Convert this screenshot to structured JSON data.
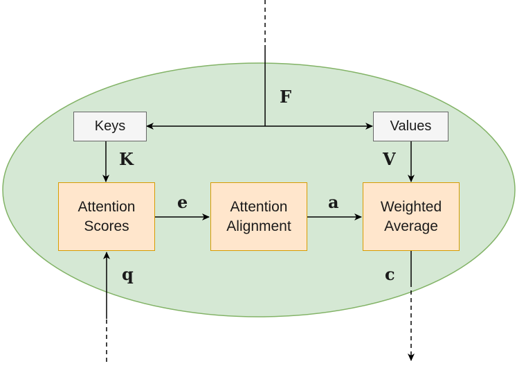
{
  "nodes": {
    "keys": "Keys",
    "values": "Values",
    "attention_scores": "Attention\nScores",
    "attention_alignment": "Attention\nAlignment",
    "weighted_average": "Weighted\nAverage"
  },
  "symbols": {
    "F": "F",
    "K": "K",
    "V": "V",
    "e": "e",
    "a": "a",
    "q": "q",
    "c": "c"
  },
  "colors": {
    "ellipse_fill": "#d5e8d4",
    "ellipse_stroke": "#82b366",
    "box_fill": "#ffe6cc",
    "box_stroke": "#d79b00",
    "gray_fill": "#f5f5f5",
    "gray_stroke": "#666666"
  }
}
